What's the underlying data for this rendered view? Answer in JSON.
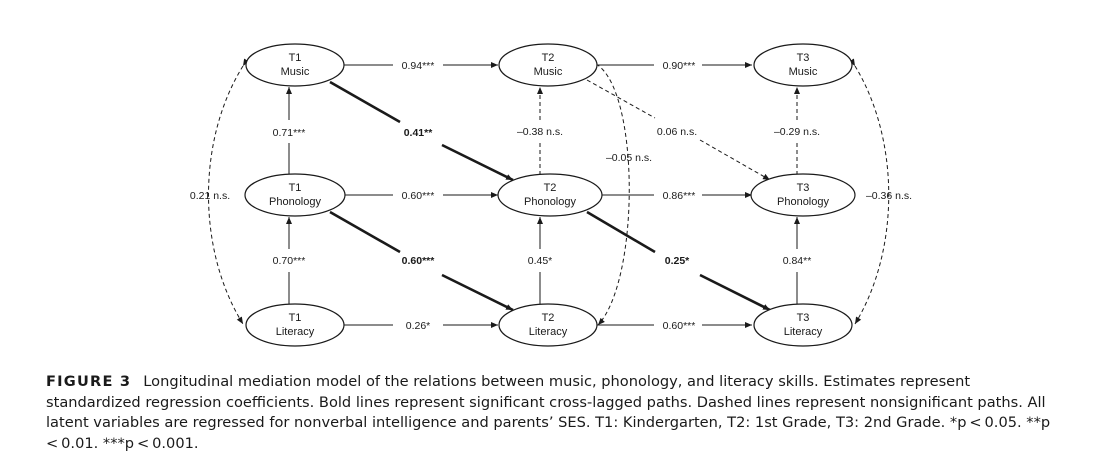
{
  "nodes": {
    "t1_music": [
      "T1",
      "Music"
    ],
    "t1_phonology": [
      "T1",
      "Phonology"
    ],
    "t1_literacy": [
      "T1",
      "Literacy"
    ],
    "t2_music": [
      "T2",
      "Music"
    ],
    "t2_phonology": [
      "T2",
      "Phonology"
    ],
    "t2_literacy": [
      "T2",
      "Literacy"
    ],
    "t3_music": [
      "T3",
      "Music"
    ],
    "t3_phonology": [
      "T3",
      "Phonology"
    ],
    "t3_literacy": [
      "T3",
      "Literacy"
    ]
  },
  "paths": {
    "t1m_t2m": "0.94***",
    "t2m_t3m": "0.90***",
    "t1p_t2p": "0.60***",
    "t2p_t3p": "0.86***",
    "t1l_t2l": "0.26*",
    "t2l_t3l": "0.60***",
    "t1m_t2p": "0.41**",
    "t1p_t2l": "0.60***",
    "t2p_t3l": "0.25*",
    "t2m_t3p": "0.06 n.s.",
    "t1m_t1p": "0.71***",
    "t1p_t1l": "0.70***",
    "t2m_t2p": "–0.38 n.s.",
    "t2p_t2l": "0.45*",
    "t2m_t2l": "–0.05 n.s.",
    "t3m_t3p": "–0.29 n.s.",
    "t3p_t3l": "0.84**",
    "t1m_t1l": "0.21 n.s.",
    "t3m_t3l": "–0.36 n.s."
  },
  "caption": {
    "label": "FIGURE 3",
    "text": "Longitudinal mediation model of the relations between music, phonology, and literacy skills. Estimates represent standardized regression coefficients. Bold lines represent significant cross-lagged paths. Dashed lines represent nonsignificant paths. All latent variables are regressed for nonverbal intelligence and parents’ SES. T1: Kindergarten, T2: 1st Grade, T3: 2nd Grade. *p < 0.05. **p < 0.01. ***p < 0.001."
  }
}
